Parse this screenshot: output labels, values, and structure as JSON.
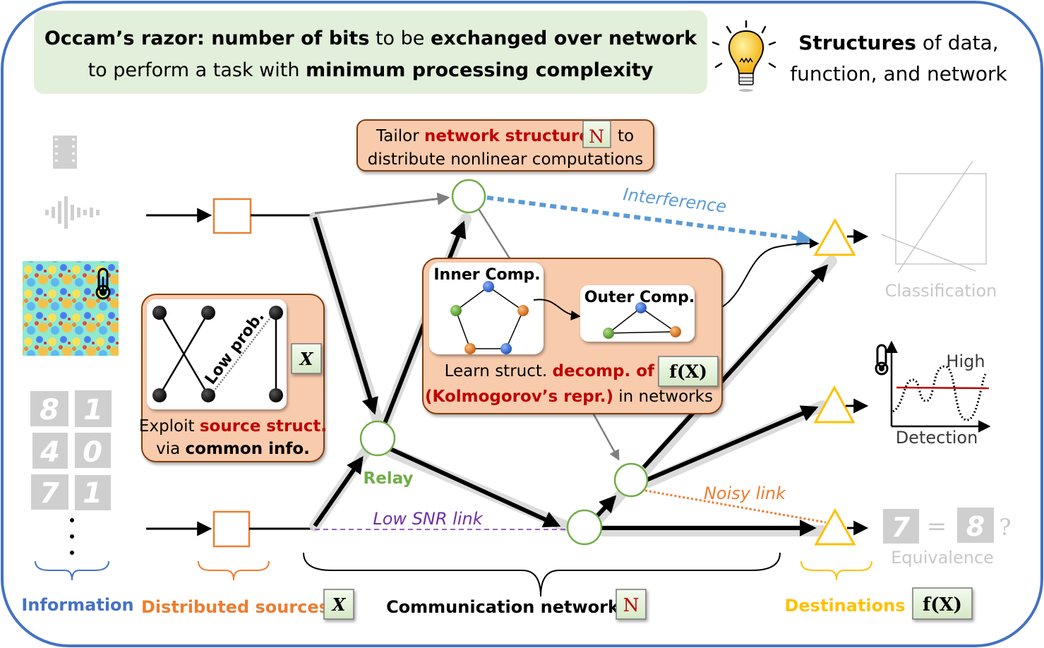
{
  "header": {
    "line1": [
      {
        "text": "Occam’s razor: number of bits",
        "bold": true
      },
      {
        "text": " to be ",
        "bold": false
      },
      {
        "text": "exchanged over network",
        "bold": true
      }
    ],
    "line2": [
      {
        "text": "to perform a task with ",
        "bold": false
      },
      {
        "text": "minimum processing complexity",
        "bold": true
      }
    ],
    "bulb_icon": "lightbulb-icon",
    "structures_line1_bold": "Structures",
    "structures_line1_rest": " of data,",
    "structures_line2": "function, and network"
  },
  "colors": {
    "frame": "#4472c4",
    "header_bg": "#e2efda",
    "callout_bg": "#f8cbad",
    "callout_border": "#843c0c",
    "node_green": "#70ad47",
    "source_orange": "#ed7d31",
    "dest_yellow": "#ffc000",
    "interference_blue": "#5b9bd5",
    "low_snr_purple": "#7030a0",
    "accent_red": "#c00000",
    "info_blue": "#4472c4",
    "faded_gray": "#c8c8c8"
  },
  "information": {
    "icons": [
      "film-icon",
      "audio-waveform-icon",
      "temperature-field-image",
      "mnist-digits"
    ],
    "digits": [
      "8",
      "1",
      "4",
      "0",
      "7",
      "1"
    ],
    "ellipsis": "⋮",
    "label": "Information"
  },
  "sources": {
    "label": "Distributed sources",
    "symbol": "X"
  },
  "source_callout": {
    "low_prob": "Low prob.",
    "symbol": "X",
    "line1_plain": "Exploit ",
    "line1_red": "source struct.",
    "line2_plain": "via ",
    "line2_bold": "common info."
  },
  "network_callout": {
    "line1_plain": "Tailor ",
    "line1_red": "network structure",
    "symbol": "N",
    "line1_end": "to",
    "line2": "distribute nonlinear computations"
  },
  "decomp_callout": {
    "inner_title": "Inner Comp.",
    "outer_title": "Outer Comp.",
    "line1_plain": "Learn struct. ",
    "line1_red": "decomp. of",
    "symbol": "f(X)",
    "line2_red": "(Kolmogorov’s repr.)",
    "line2_plain": " in networks"
  },
  "links": {
    "interference": "Interference",
    "relay": "Relay",
    "low_snr": "Low SNR link",
    "noisy": "Noisy link"
  },
  "network": {
    "label": "Communication network",
    "symbol": "N"
  },
  "destinations": {
    "label": "Destinations",
    "symbol": "f(X)"
  },
  "tasks": {
    "classification": "Classification",
    "detection": "Detection",
    "detection_high": "High",
    "equivalence": "Equivalence",
    "equivalence_eq": "=",
    "equivalence_q": "?",
    "equivalence_digits": [
      "7",
      "8"
    ]
  }
}
